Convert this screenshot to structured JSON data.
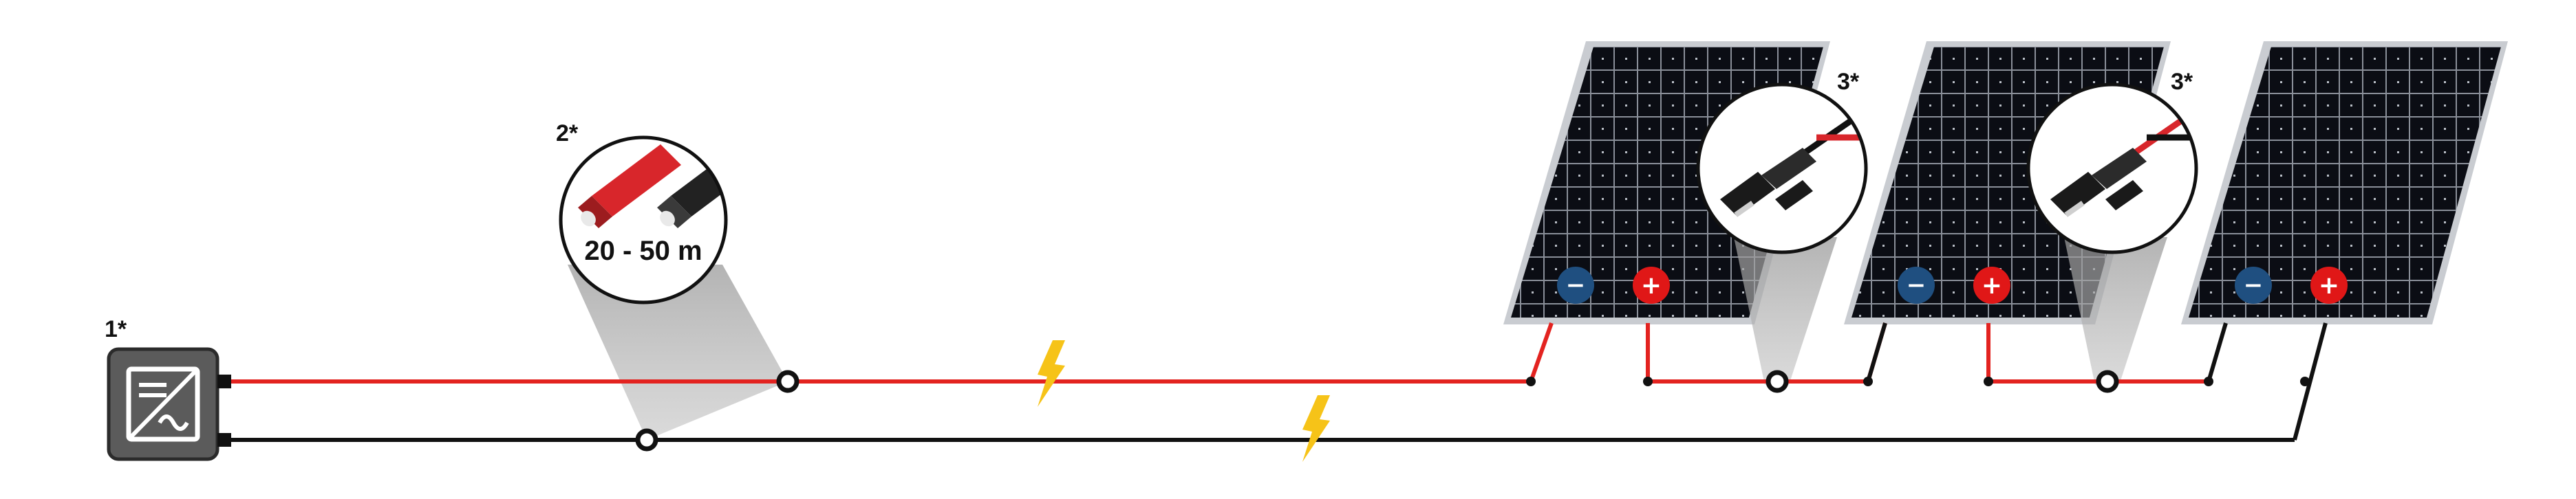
{
  "labels": {
    "inverter": "1*",
    "cable": "2*",
    "connector_left": "3*",
    "connector_right": "3*"
  },
  "cable_length": "20 - 50 m",
  "terminals": {
    "negative": "−",
    "positive": "+"
  },
  "colors": {
    "positive_wire": "#e32320",
    "negative_wire": "#111111",
    "negative_terminal": "#1f4f80",
    "positive_terminal": "#e01717",
    "inverter_body": "#5b5b5b",
    "lightning": "#f6c318",
    "panel_cell": "#0b0d14",
    "panel_frame": "#c9ccd1"
  },
  "icons": [
    "inverter-icon",
    "lightning-icon",
    "solar-panel",
    "mc4-connector-icon",
    "cable-icon"
  ]
}
